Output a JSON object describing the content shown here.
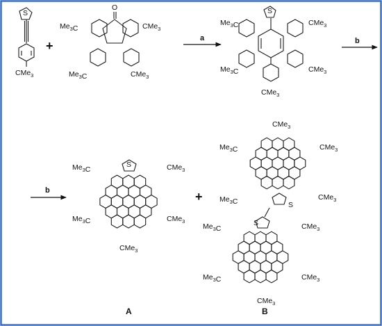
{
  "frame": {
    "border_color": "#3b6fc4"
  },
  "structures": {
    "alkyne_label": "CMe3",
    "cyclopentadienone_oxygen": "O",
    "thiophene_sulfur": "S",
    "tbu_group_left": "Me3C",
    "tbu_group_right": "CMe3"
  },
  "arrows": {
    "step_a": "a",
    "step_b_top": "b",
    "step_b_bottom": "b"
  },
  "operators": {
    "plus": "+"
  },
  "captions": {
    "product_a": "A",
    "product_b": "B"
  }
}
